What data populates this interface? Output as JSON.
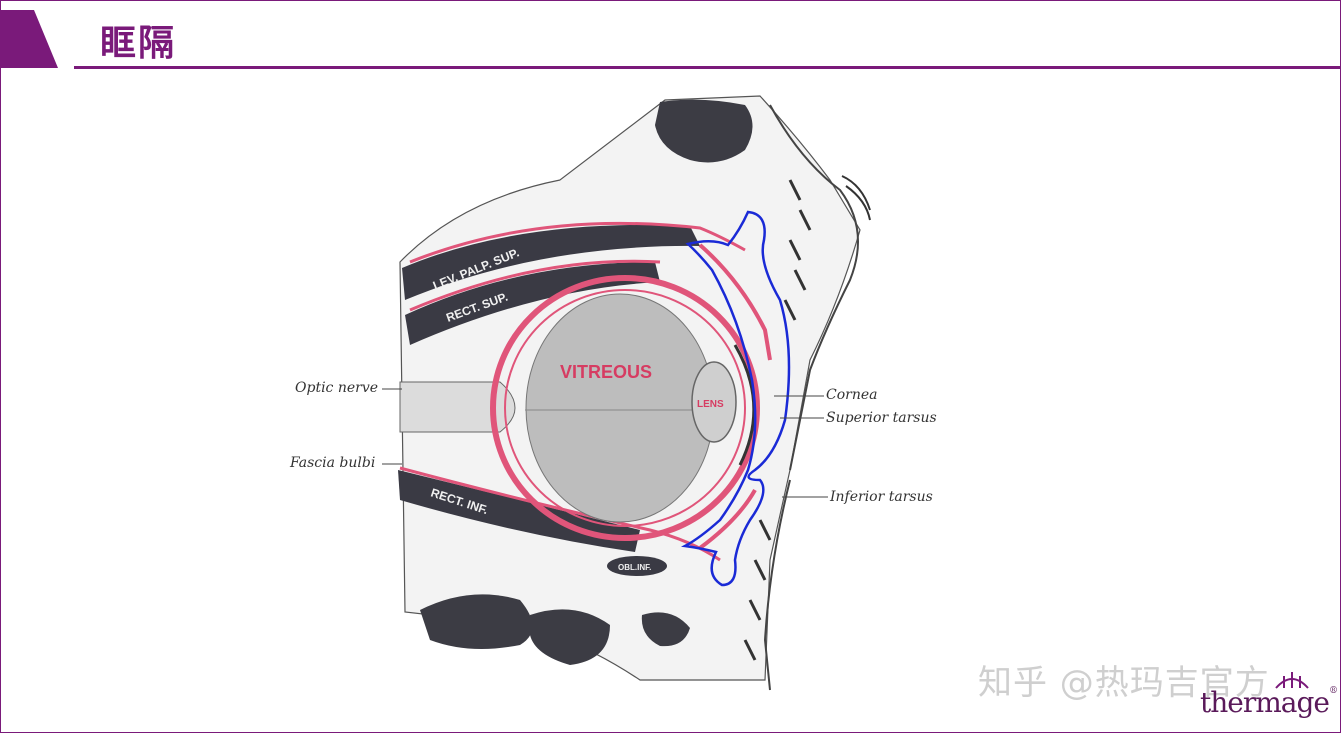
{
  "title": "眶隔",
  "labels": {
    "optic_nerve": "Optic nerve",
    "fascia_bulbi": "Fascia bulbi",
    "cornea": "Cornea",
    "superior_tarsus": "Superior tarsus",
    "inferior_tarsus": "Inferior tarsus",
    "lev_palp_sup": "LEV. PALP. SUP.",
    "rect_sup": "RECT. SUP.",
    "rect_inf": "RECT. INF.",
    "obl_inf": "OBL.INF.",
    "vitreous": "VITREOUS",
    "lens": "LENS"
  },
  "watermark": "知乎 @热玛吉官方",
  "brand": "thermage",
  "brand_reg": "®",
  "colors": {
    "accent": "#7a1a7a",
    "muscle_pink": "#e0557a",
    "septum_outline": "#1a2ad6"
  }
}
